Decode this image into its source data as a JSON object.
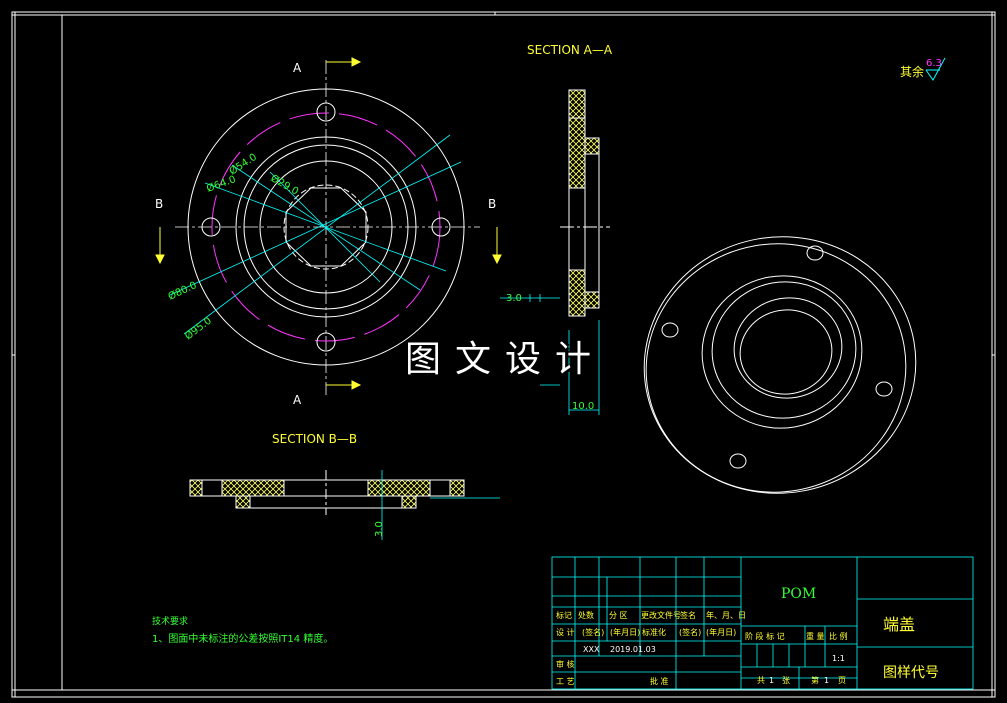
{
  "sections": {
    "aa_title": "SECTION A—A",
    "bb_title": "SECTION B—B",
    "label_a": "A",
    "label_b": "B"
  },
  "dimensions": {
    "d_54": "Ø54.0",
    "d_64": "Ø64.0",
    "d_29": "Ø29.0",
    "d_80": "Ø80.0",
    "d_95": "Ø95.0",
    "t_3_aa": "3.0",
    "t_10": "10.0",
    "t_3_bb": "3.0"
  },
  "roughness": {
    "label": "其余",
    "value": "6.3"
  },
  "watermark": "图文设计",
  "tech_notes": {
    "title": "技术要求",
    "item1": "1、图面中未标注的公差按照IT14 精度。"
  },
  "title_block": {
    "material": "POM",
    "part_name": "端盖",
    "drawing_code": "图样代号",
    "scale": "1:1",
    "headers": {
      "mark": "标记",
      "count": "处数",
      "zone": "分 区",
      "doc_no": "更改文件号",
      "sign": "签名",
      "date_ymd": "年、月、日",
      "design": "设 计",
      "sign_paren": "(签名)",
      "date_paren": "(年月日)",
      "standard": "标准化",
      "sign_paren2": "(签名)",
      "date_paren2": "(年月日)",
      "stage_mark": "阶 段 标 记",
      "weight": "重 量",
      "ratio": "比 例",
      "review": "审 核",
      "process": "工 艺",
      "approve": "批 准",
      "total": "共",
      "total_n": "1",
      "sheet": "张",
      "page": "第",
      "page_n": "1",
      "page_unit": "页"
    },
    "designer": "XXX",
    "design_date": "2019.01.03"
  },
  "colors": {
    "background": "#000000",
    "line": "#ffffff",
    "dimension": "#00ffff",
    "text_yellow": "#ffff33",
    "text_green": "#33ff33",
    "hidden": "#ff33ff",
    "hatch": "#ffff66",
    "frame_cyan": "#00ffff"
  }
}
